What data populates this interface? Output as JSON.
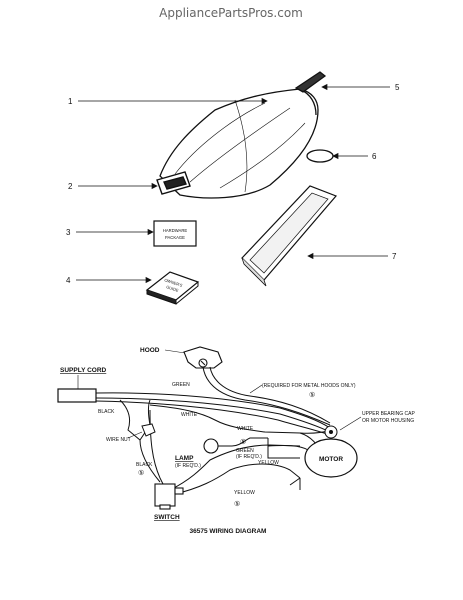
{
  "header": {
    "watermark": "AppliancePartsPros.com"
  },
  "callouts": {
    "c1": "1",
    "c2": "2",
    "c3": "3",
    "c4": "4",
    "c5": "5",
    "c6": "6",
    "c7": "7"
  },
  "parts": {
    "hardware_line1": "HARDWARE",
    "hardware_line2": "PACKAGE",
    "guide_line1": "OWNER'S",
    "guide_line2": "GUIDE"
  },
  "wiring": {
    "title": "36575 WIRING DIAGRAM",
    "hood": "HOOD",
    "supply_cord": "SUPPLY CORD",
    "green_hood": "GREEN",
    "required_note": "(REQUIRED FOR METAL HOODS ONLY)",
    "note_num_top": "⑤",
    "upper_bearing_1": "UPPER BEARING CAP",
    "upper_bearing_2": "OR MOTOR HOUSING",
    "black_top": "BLACK",
    "white_top": "WHITE",
    "white_mid": "WHITE",
    "wire_nut": "WIRE NUT",
    "black_left": "BLACK",
    "note_num_left": "⑤",
    "lamp": "LAMP",
    "lamp_req": "(IF REQ'D.)",
    "green_req_1": "GREEN",
    "green_req_2": "(IF REQ'D.)",
    "yellow_mid": "YELLOW",
    "note_num_mid": "⑤",
    "motor": "MOTOR",
    "yellow_low": "YELLOW",
    "note_num_low": "⑤",
    "switch": "SWITCH"
  }
}
